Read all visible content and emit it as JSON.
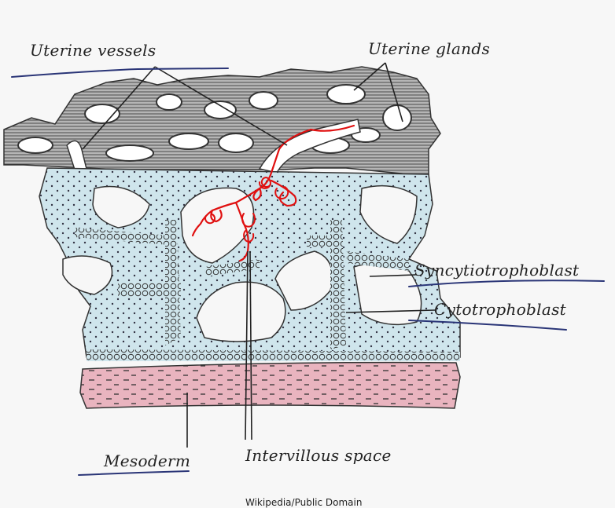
{
  "labels": {
    "uterine_vessels": "Uterine vessels",
    "uterine_glands": "Uterine glands",
    "syncytiotrophoblast": "Syncytiotrophoblast",
    "cytotrophoblast": "Cytotrophoblast",
    "mesoderm": "Mesoderm",
    "intervillous_space": "Intervillous space"
  },
  "credit": "Wikipedia/Public Domain",
  "colors": {
    "background": "#f7f7f7",
    "endometrium": "#a9a9a9",
    "villi_fill": "#cfe5ec",
    "mesoderm_fill": "#e9b4bf",
    "annotation": "#e01010",
    "ink": "#222222",
    "underline": "#2a3577"
  }
}
